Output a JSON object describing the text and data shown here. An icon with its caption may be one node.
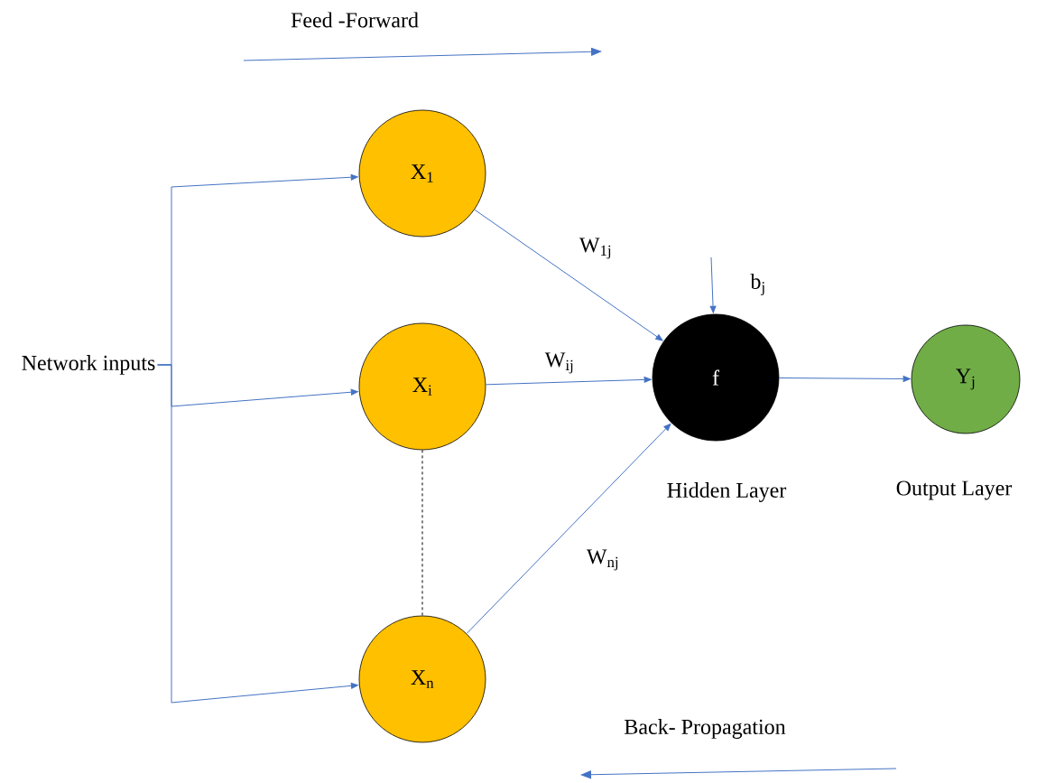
{
  "diagram": {
    "nodes": [
      {
        "text": [
          "Network inputs"
        ]
      },
      {
        "text": [
          "X$_{1}$"
        ]
      },
      {
        "text": [
          "X$_{i}$"
        ]
      },
      {
        "text": [
          "X$_{n}$"
        ]
      },
      {
        "text": [
          "f"
        ],
        "beside": [
          "Hidden Layer"
        ]
      },
      {
        "text": [
          "Y$_{j}$"
        ],
        "beside": [
          "Output Layer"
        ]
      }
    ],
    "edges": [
      {
        "from": 0,
        "to": 1,
        "arrow": "to"
      },
      {
        "from": 0,
        "to": 2,
        "arrow": "to"
      },
      {
        "from": 0,
        "to": 3,
        "arrow": "to"
      },
      {
        "from": 1,
        "to": 4,
        "arrow": "to",
        "label": "W$_{1j}$"
      },
      {
        "from": 2,
        "to": 4,
        "arrow": "to",
        "label": "W$_{ij}$"
      },
      {
        "from": 3,
        "to": 4,
        "arrow": "to",
        "label": "W$_{nj}$"
      },
      {
        "from": 2,
        "to": 3,
        "arrow": "none",
        "style": "dashed",
        "color": "#000000"
      },
      {
        "from": 4,
        "to": 5,
        "arrow": "to"
      },
      {
        "from": null,
        "to": 4,
        "arrow": "to",
        "label": "b$_{j}$"
      }
    ],
    "labels": [
      "Feed -Forward",
      "Back- Propagation"
    ]
  }
}
